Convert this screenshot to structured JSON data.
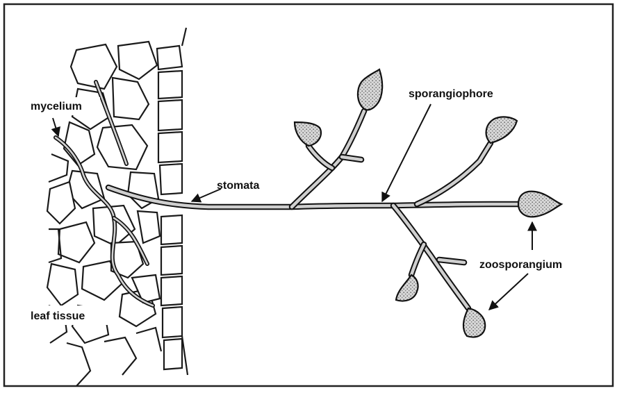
{
  "labels": {
    "mycelium": "mycelium",
    "stomata": "stomata",
    "sporangiophore": "sporangiophore",
    "zoosporangium": "zoosporangium",
    "leaf_tissue": "leaf tissue"
  }
}
